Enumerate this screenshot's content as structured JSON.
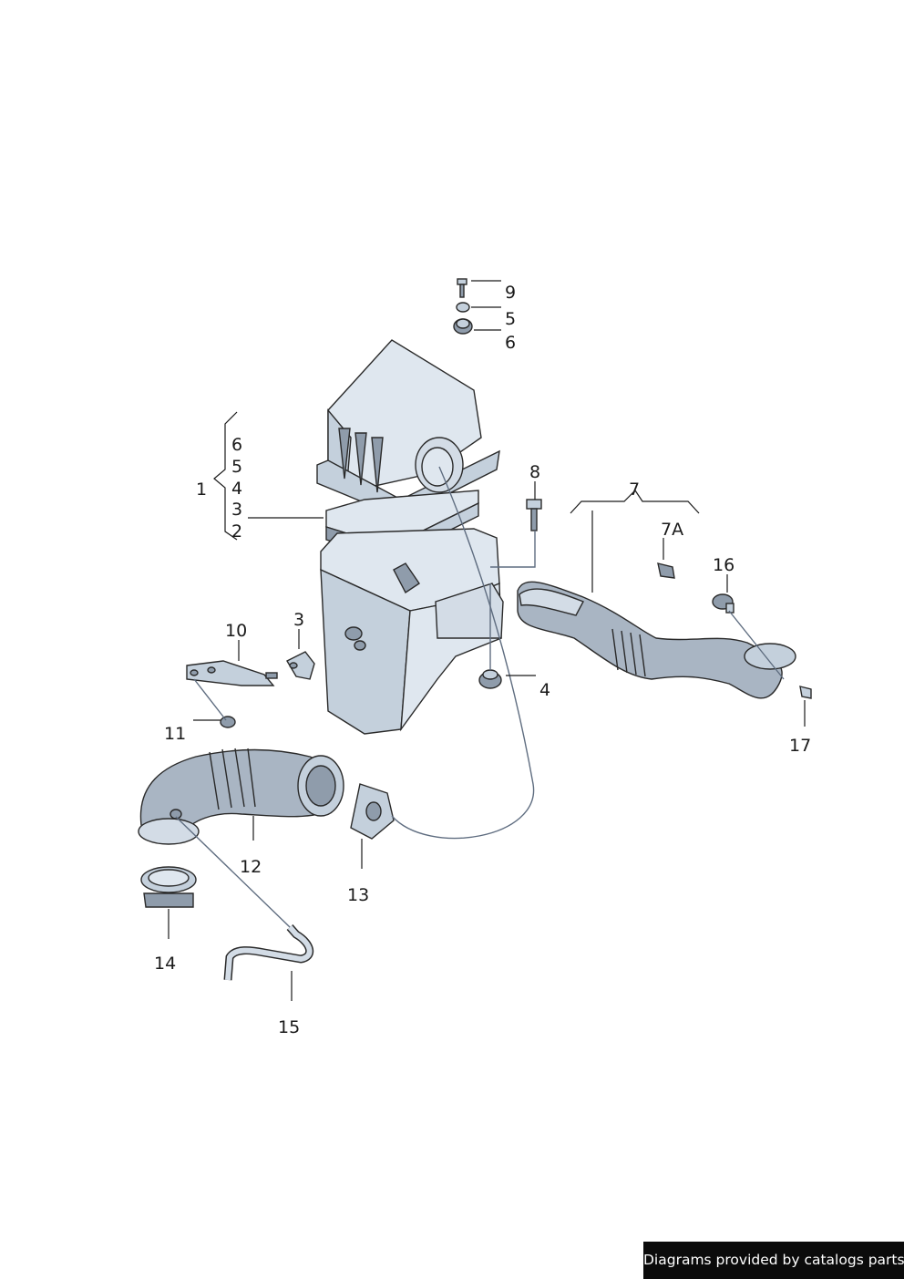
{
  "callouts": {
    "c9": "9",
    "c5_top": "5",
    "c6_top": "6",
    "c1": "1",
    "c6": "6",
    "c5": "5",
    "c4_group": "4",
    "c3_group": "3",
    "c2": "2",
    "c8": "8",
    "c7": "7",
    "c7a": "7A",
    "c16": "16",
    "c10": "10",
    "c3": "3",
    "c4": "4",
    "c11": "11",
    "c17": "17",
    "c12": "12",
    "c13": "13",
    "c14": "14",
    "c15": "15"
  },
  "credit": "Diagrams provided by catalogs parts",
  "colors": {
    "part_light": "#dfe7ef",
    "part_mid": "#c4d0dc",
    "part_dark": "#8f9cab",
    "banner": "#0b0b0b"
  }
}
